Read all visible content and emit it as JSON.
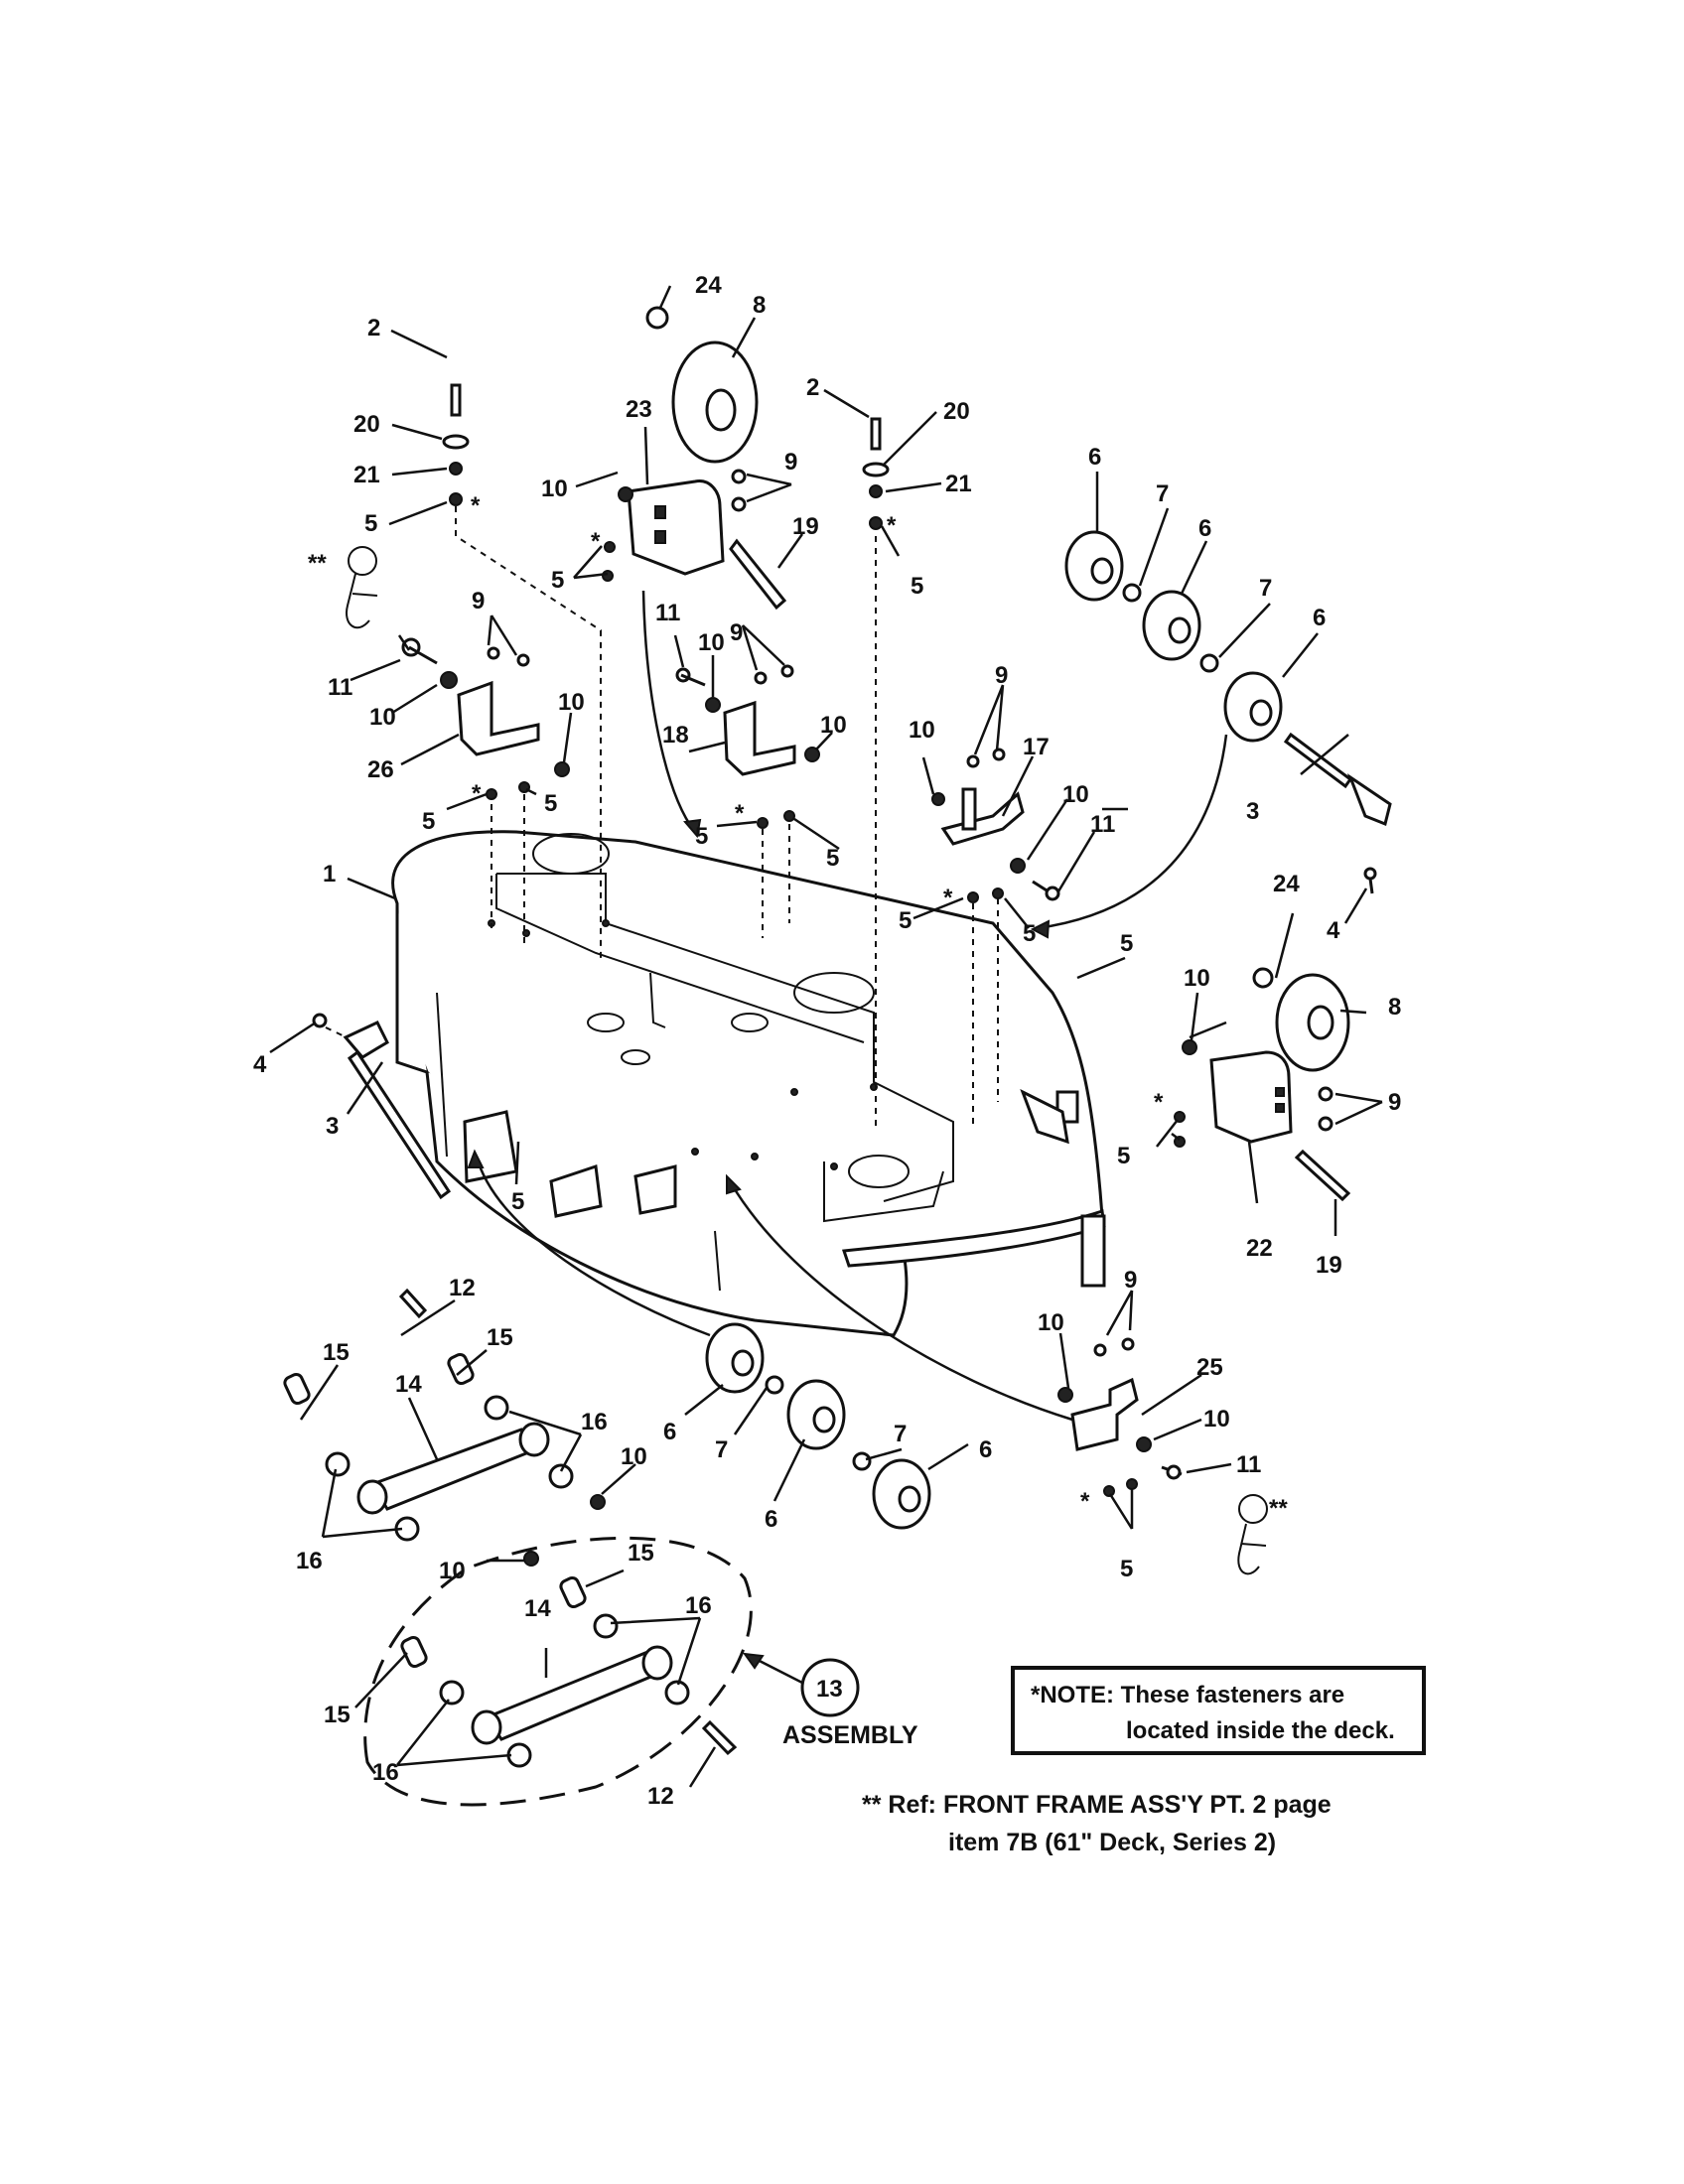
{
  "callouts": [
    "1",
    "2",
    "3",
    "4",
    "5",
    "6",
    "7",
    "8",
    "9",
    "10",
    "11",
    "12",
    "13",
    "14",
    "15",
    "16",
    "17",
    "18",
    "19",
    "20",
    "21",
    "22",
    "23",
    "24",
    "25",
    "26"
  ],
  "star_mark": "*",
  "double_star_mark": "**",
  "assembly": {
    "number": "13",
    "label": "ASSEMBLY"
  },
  "note": {
    "line1": "*NOTE: These fasteners are",
    "line2": "located inside the deck."
  },
  "reference": {
    "line1": "** Ref: FRONT FRAME ASS'Y PT. 2 page",
    "line2": "item 7B (61\" Deck, Series 2)"
  }
}
